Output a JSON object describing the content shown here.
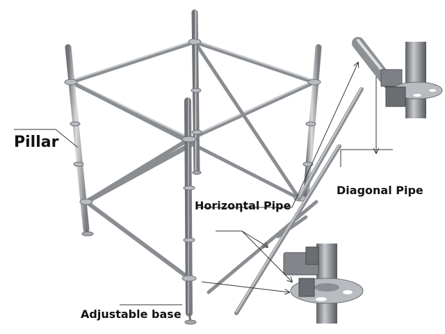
{
  "labels": {
    "pillar": "Pillar",
    "horizontal_pipe": "Horizoηtal Pipe",
    "diagonal_pipe": "Diagonal Pipe",
    "adjustable_base": "Adjustable base"
  },
  "colors": {
    "pipe_dark": "#8a8d91",
    "pipe_light": "#c9ccd0",
    "background": "#ffffff",
    "text": "#111111"
  },
  "icons": {
    "scaffold": "ringlock-scaffold-illustration",
    "detail_top": "rosette-connection-detail",
    "detail_bottom": "rosette-connection-detail"
  }
}
